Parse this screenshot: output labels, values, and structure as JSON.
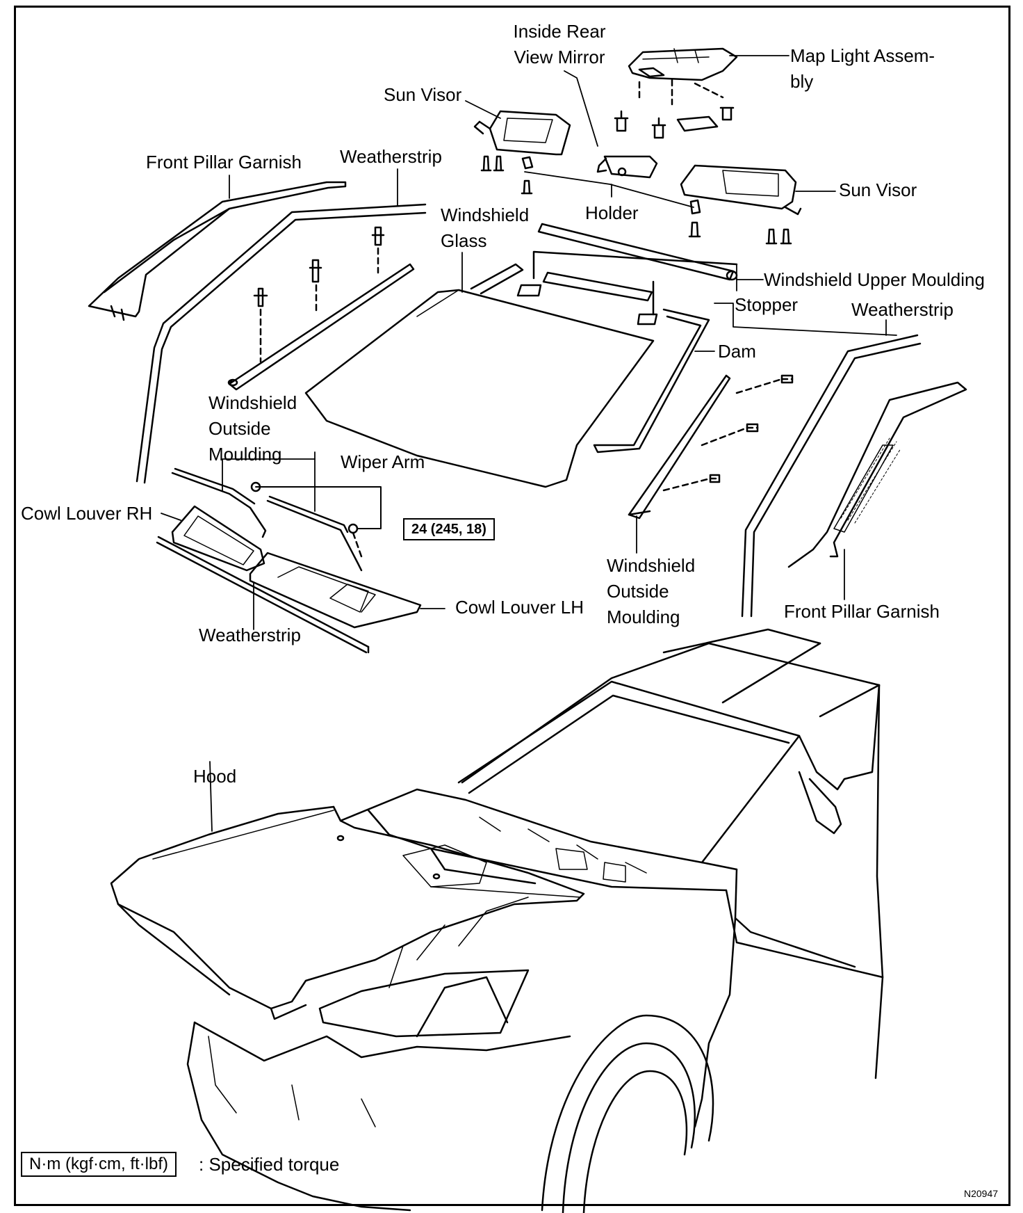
{
  "labels": {
    "inside_rear_view_mirror": [
      "Inside Rear",
      "View Mirror"
    ],
    "map_light_assembly": [
      "Map  Light  Assem-",
      "bly"
    ],
    "sun_visor_left": "Sun Visor",
    "sun_visor_right": "Sun Visor",
    "front_pillar_garnish_left": "Front Pillar Garnish",
    "weatherstrip_top": "Weatherstrip",
    "windshield_glass": [
      "Windshield",
      "Glass"
    ],
    "holder": "Holder",
    "windshield_upper_moulding": "Windshield Upper Moulding",
    "stopper": "Stopper",
    "weatherstrip_right": "Weatherstrip",
    "dam": "Dam",
    "windshield_outside_moulding_left": [
      "Windshield",
      "Outside",
      "Moulding"
    ],
    "wiper_arm": "Wiper Arm",
    "cowl_louver_rh": "Cowl Louver RH",
    "cowl_louver_lh": "Cowl Louver LH",
    "weatherstrip_bottom": "Weatherstrip",
    "windshield_outside_moulding_right": [
      "Windshield",
      "Outside",
      "Moulding"
    ],
    "front_pillar_garnish_right": "Front Pillar Garnish",
    "hood": "Hood"
  },
  "torque_spec": "24 (245, 18)",
  "legend": {
    "box_text": "N·m (kgf·cm, ft·lbf)",
    "description": ": Specified torque"
  },
  "figure_code": "N20947"
}
